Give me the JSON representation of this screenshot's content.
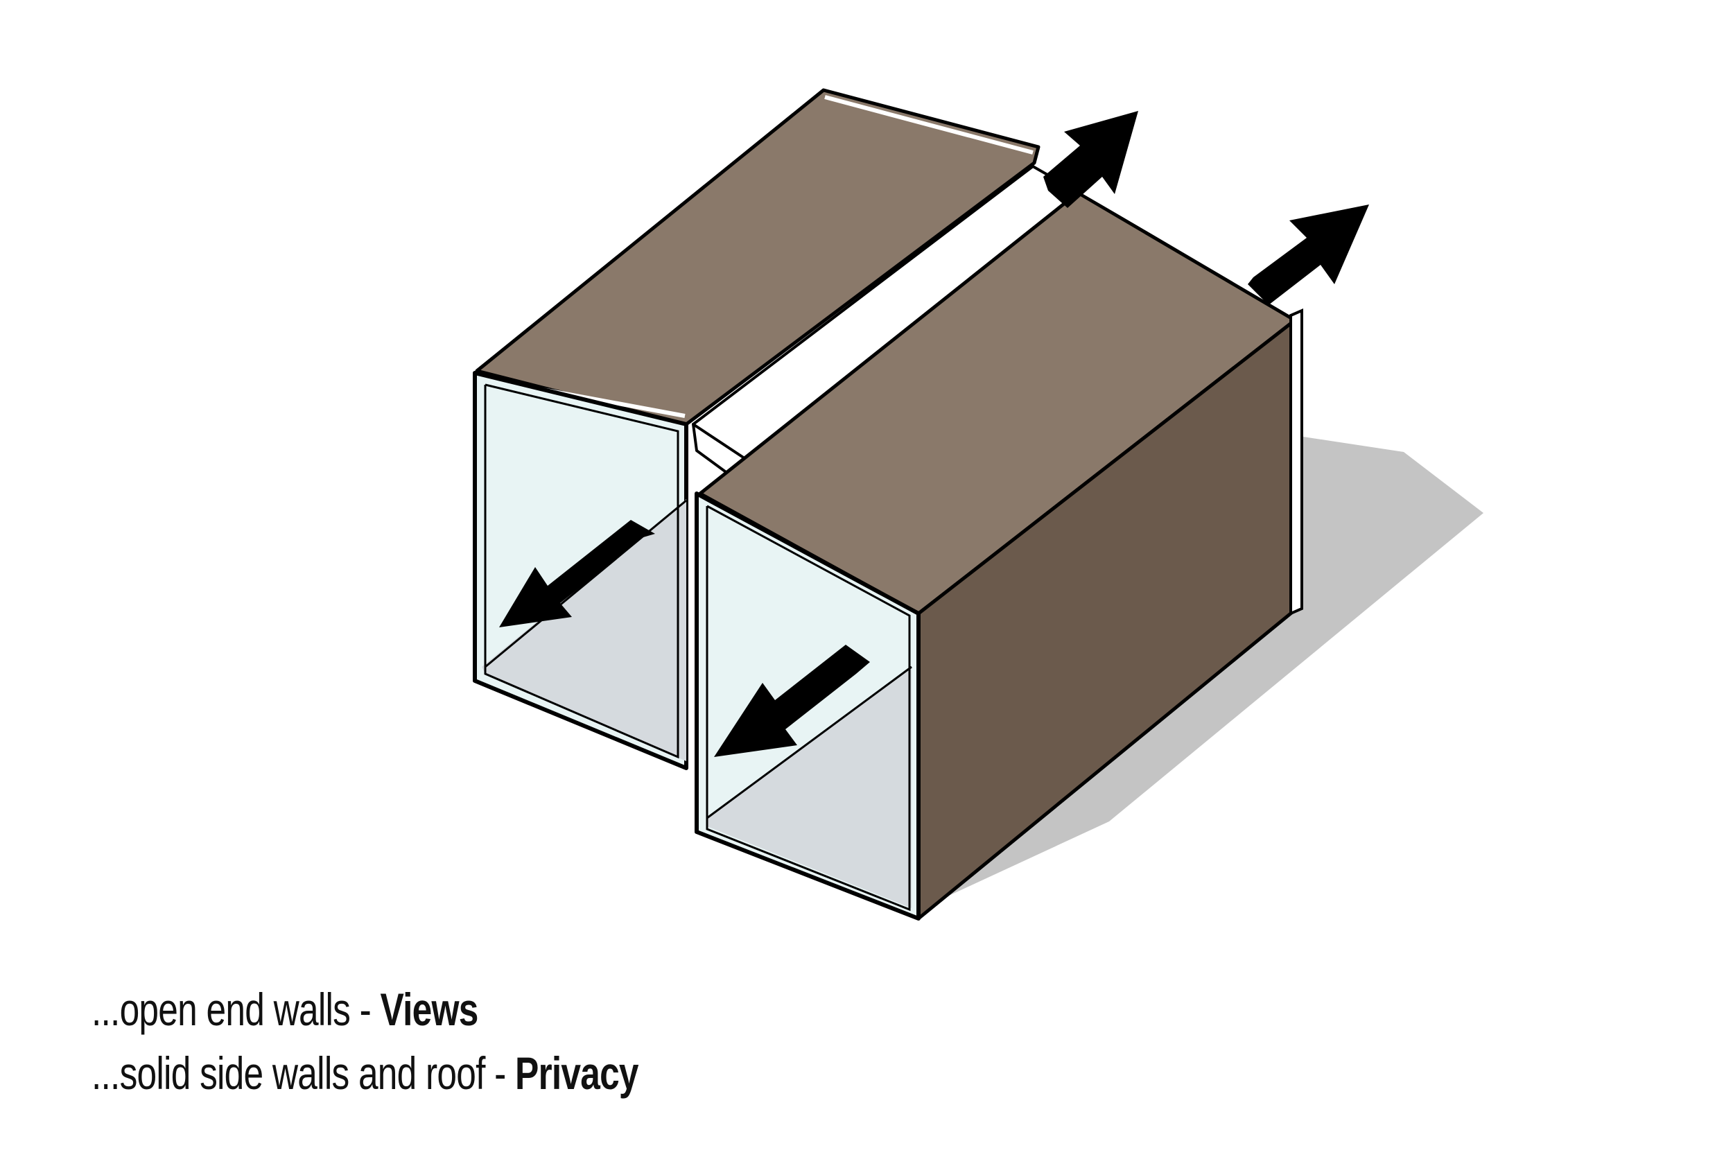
{
  "captions": [
    {
      "lead": "...open end walls - ",
      "key": "Views"
    },
    {
      "lead": "...solid side walls and roof - ",
      "key": "Privacy"
    }
  ],
  "colors": {
    "roof": "#8a796a",
    "side_wall": "#6b5a4c",
    "glass": "#e8f4f4",
    "floor": "#d5dade",
    "shadow": "#c4c4c4",
    "skylight": "#ffffff",
    "arrow": "#000000",
    "outline": "#000000"
  }
}
